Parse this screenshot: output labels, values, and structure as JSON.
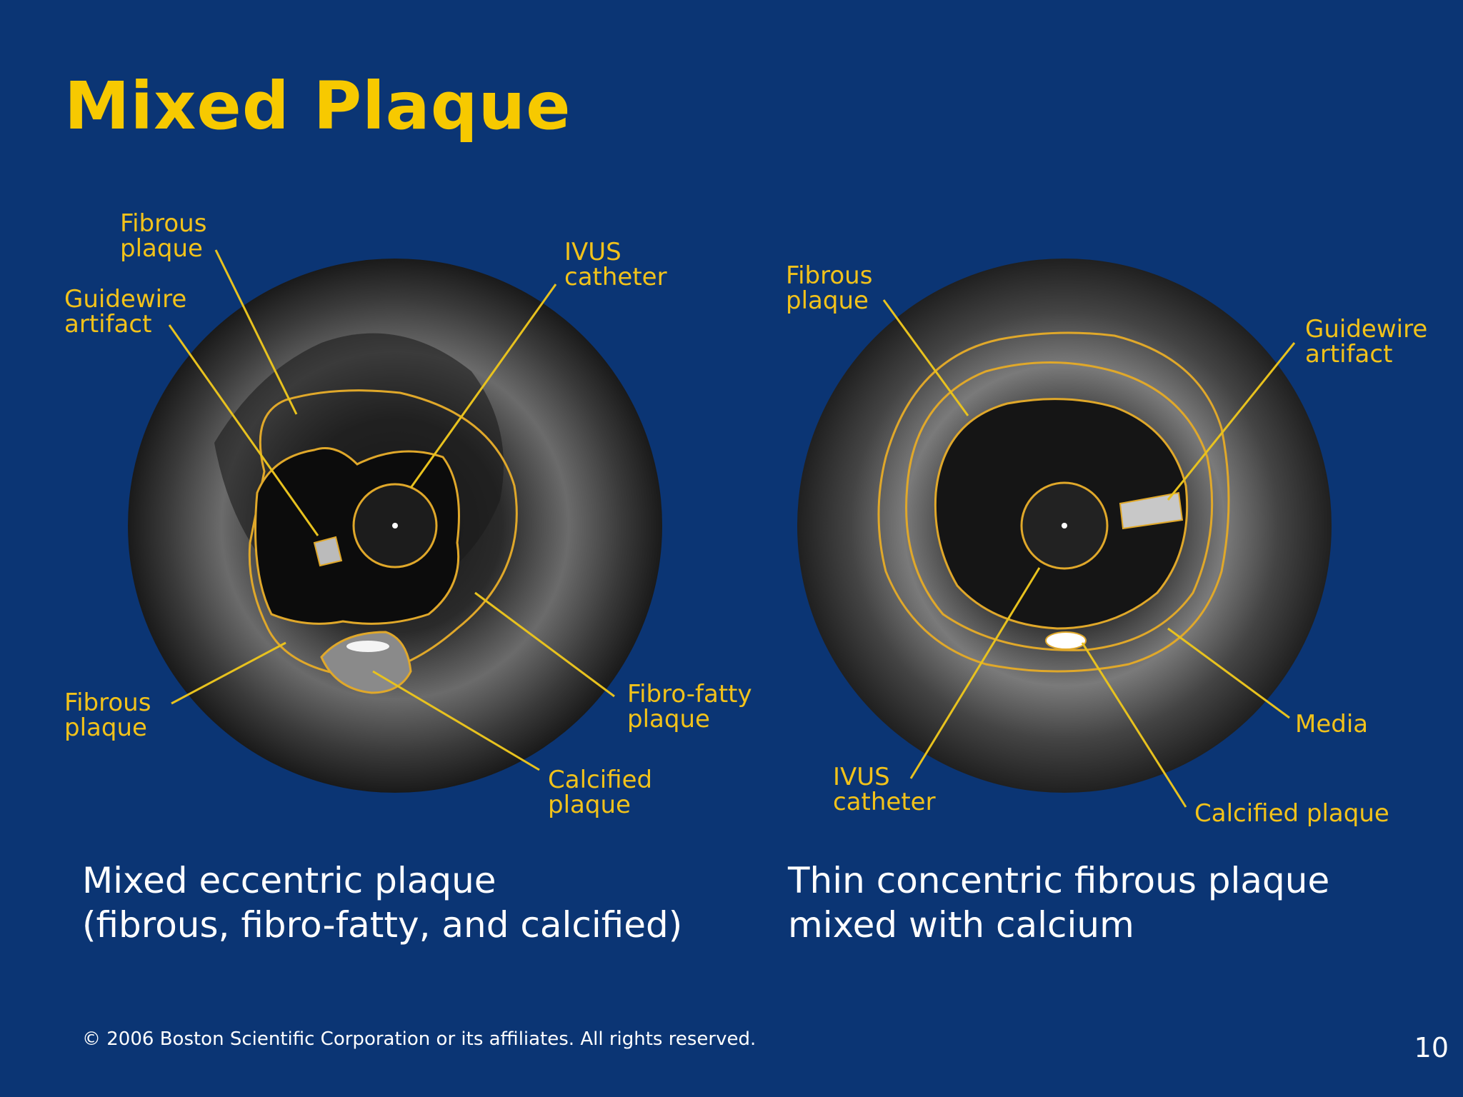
{
  "slide": {
    "title": "Mixed Plaque",
    "footer": "© 2006 Boston Scientific Corporation or its affiliates.  All rights reserved.",
    "page_number": "10"
  },
  "left_image": {
    "labels": {
      "fibrous_top": "Fibrous\nplaque",
      "guidewire": "Guidewire\nartifact",
      "ivus": "IVUS\ncatheter",
      "fibrous_bottom": "Fibrous\nplaque",
      "fibro_fatty": "Fibro-fatty\nplaque",
      "calcified": "Calcified\nplaque"
    },
    "caption": "Mixed eccentric plaque\n(fibrous, fibro-fatty, and calcified)"
  },
  "right_image": {
    "labels": {
      "fibrous": "Fibrous\nplaque",
      "guidewire": "Guidewire\nartifact",
      "media": "Media",
      "ivus": "IVUS\ncatheter",
      "calcified": "Calcified plaque"
    },
    "caption": "Thin concentric fibrous plaque\nmixed with calcium"
  },
  "colors": {
    "background": "#0b3574",
    "title": "#f7c900",
    "label": "#f2c21a",
    "outline": "#e0a82a"
  }
}
